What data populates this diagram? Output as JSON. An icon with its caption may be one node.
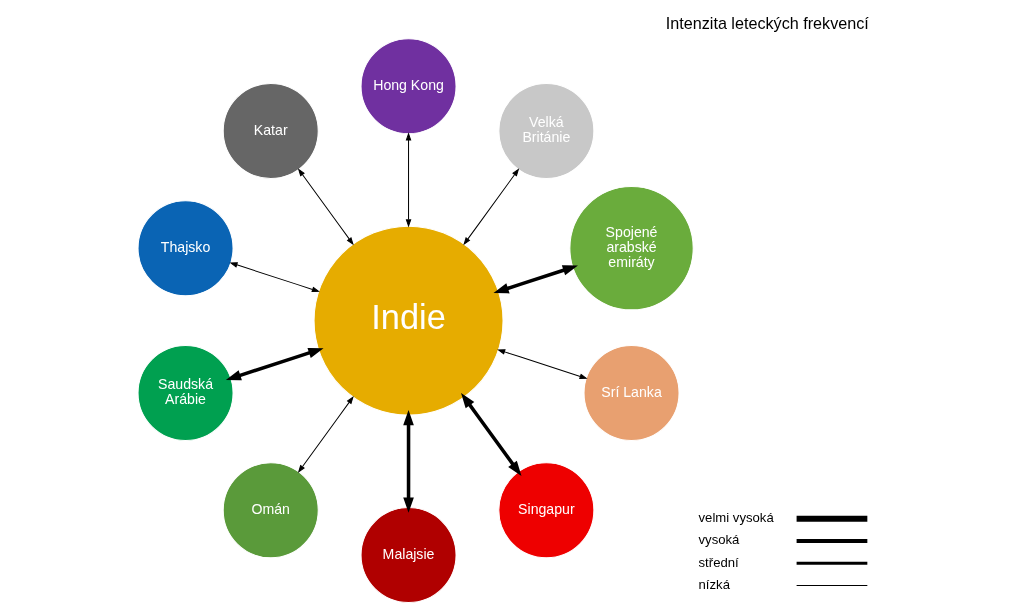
{
  "diagram": {
    "title": "Intenzita leteckých frekvencí",
    "nodes": [
      {
        "text": [
          "Spojené arabské emiráty"
        ]
      },
      {
        "text": [
          "Velká Británie"
        ]
      },
      {
        "text": [
          "Hong Kong"
        ]
      },
      {
        "text": [
          "Katar"
        ]
      },
      {
        "text": [
          "Indie"
        ]
      },
      {
        "text": [
          "Thajsko"
        ]
      },
      {
        "text": [
          "Saudská Arábie"
        ]
      },
      {
        "text": [
          "Omán"
        ]
      },
      {
        "text": [
          "Malajsie"
        ]
      },
      {
        "text": [
          "Singapur"
        ]
      },
      {
        "text": [
          "Srí Lanka"
        ]
      }
    ],
    "edges": [
      {
        "from": 4,
        "to": 0,
        "arrow": "both",
        "style": "thick"
      },
      {
        "from": 4,
        "to": 1,
        "arrow": "both"
      },
      {
        "from": 4,
        "to": 2,
        "arrow": "both"
      },
      {
        "from": 4,
        "to": 3,
        "arrow": "both"
      },
      {
        "from": 4,
        "to": 5,
        "arrow": "both"
      },
      {
        "from": 4,
        "to": 6,
        "arrow": "both",
        "style": "thick"
      },
      {
        "from": 4,
        "to": 7,
        "arrow": "both"
      },
      {
        "from": 4,
        "to": 8,
        "arrow": "both",
        "style": "thick"
      },
      {
        "from": 4,
        "to": 9,
        "arrow": "both",
        "style": "thick"
      },
      {
        "from": 4,
        "to": 10,
        "arrow": "both"
      }
    ],
    "legend": [
      {
        "text": "velmi vysoká"
      },
      {
        "text": "vysoká"
      },
      {
        "text": "střední"
      },
      {
        "text": "nízká"
      }
    ]
  }
}
